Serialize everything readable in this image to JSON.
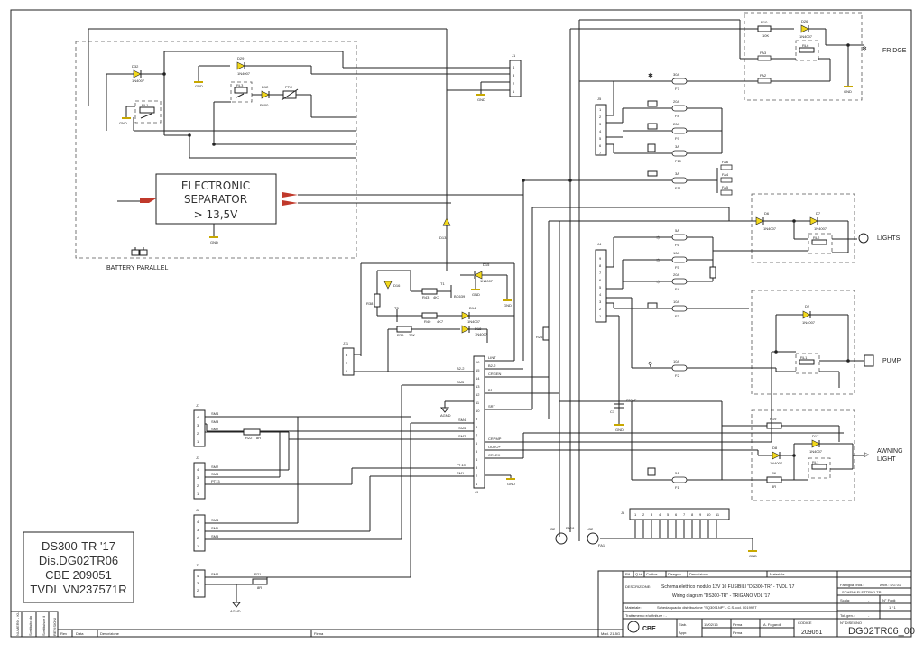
{
  "sections": {
    "fridge": "FRIDGE",
    "lights": "LIGHTS",
    "pump": "PUMP",
    "awning_light": [
      "AWNING",
      "LIGHT"
    ],
    "battery_parallel": "BATTERY PARALLEL"
  },
  "separator": {
    "line1": "ELECTRONIC",
    "line2": "SEPARATOR",
    "line3": "> 13,5V"
  },
  "connectors": {
    "j1": "J1",
    "j5": "J5",
    "j4": "J4",
    "j7": "J7",
    "j3": "J3",
    "j6": "J6",
    "j2": "J2",
    "j8": "J8",
    "j9": "J9",
    "j11": "J11"
  },
  "j9_pins_right": [
    "16",
    "15",
    "14",
    "13",
    "12",
    "11",
    "10",
    "9",
    "8",
    "7",
    "6",
    "5",
    "4",
    "3",
    "2",
    "1"
  ],
  "j9_signals": {
    "lint": "LINT",
    "b22": "B2-2",
    "crgen": "CRGEN",
    "b1": "B1",
    "srt": "SRT",
    "crpmp": "CRPMP",
    "outo": "OUTO+",
    "crlex": "CRLEX",
    "pt13": "PT13",
    "sm1": "SM1"
  },
  "j9_left": {
    "b22": "B2-2",
    "sm5": "SM5",
    "agnd": "AGND"
  },
  "j7_signals": [
    "SM4",
    "SM3",
    "SM2"
  ],
  "j3_signals": [
    "SM2",
    "SM3",
    "PT13"
  ],
  "j6_signals": [
    "SM4",
    "SM1",
    "SM5"
  ],
  "j2_signals": [
    "SM4"
  ],
  "agnd": "AGND",
  "gnd": "GND",
  "fuses": [
    {
      "rating": "30A",
      "name": "F7"
    },
    {
      "rating": "20A",
      "name": "F8"
    },
    {
      "rating": "20A",
      "name": "F9"
    },
    {
      "rating": "3A",
      "name": "F10"
    },
    {
      "rating": "3A",
      "name": "F11"
    },
    {
      "rating": "5A",
      "name": "F6"
    },
    {
      "rating": "10A",
      "name": "F5"
    },
    {
      "rating": "20A",
      "name": "F4"
    },
    {
      "rating": "10A",
      "name": "F3"
    },
    {
      "rating": "10A",
      "name": "F2"
    },
    {
      "rating": "5A",
      "name": "F1"
    }
  ],
  "fa_labels": [
    "FA3",
    "FA2",
    "FA4",
    "FA5",
    "FA6"
  ],
  "fa_bottom": [
    {
      "label": "-B2",
      "name": "FA18"
    },
    {
      "label": "-B2",
      "name": "FA1"
    }
  ],
  "diodes": {
    "d32": "D32",
    "d29": "D29",
    "d12": "D12",
    "d26": "D26",
    "d6": "D6",
    "d7": "D7",
    "d2": "D2",
    "d8": "D8",
    "d17": "D17",
    "d13": "D13",
    "d15": "D15",
    "d14": "D14",
    "d18": "D18",
    "d16": "D16",
    "part": "1N4007",
    "d12part": "P600"
  },
  "relays": {
    "rl1": "RL1",
    "rl2": "RL2",
    "rl3": "RL3",
    "rl6": "RL6"
  },
  "resistors": {
    "r10": "R10",
    "r10v": "10K",
    "r43": "R43",
    "r43v": "4K7",
    "r40": "R40",
    "r40v": "4K7",
    "r39": "R39",
    "r39v": "22K",
    "r38": "R38",
    "r26": "R26",
    "r22": "R22",
    "r22v": "8R",
    "r21": "R21",
    "r21v": "8R",
    "r72": "R72",
    "r19": "R19",
    "r6": "R6",
    "r6v": "8R"
  },
  "transistors": {
    "t1": "T1",
    "t3": "T3",
    "t1p": "BC639",
    "t3p": "BC639"
  },
  "caps": {
    "c1": "C1",
    "c1v": "220uF"
  },
  "ptc": "PTC",
  "j8_pins": [
    "1",
    "2",
    "3",
    "4",
    "5",
    "6",
    "7",
    "8",
    "9",
    "10",
    "11",
    "12"
  ],
  "j1_pins": [
    "4",
    "3",
    "2",
    "1"
  ],
  "j5_pins": [
    "1",
    "2",
    "3",
    "4",
    "5",
    "6",
    "7"
  ],
  "j4_pins": [
    "9",
    "8",
    "7",
    "6",
    "5",
    "4",
    "3",
    "2",
    "1"
  ],
  "j11_pins": [
    "3",
    "2",
    "1"
  ],
  "j4pins4": [
    "4",
    "3",
    "2",
    "1"
  ],
  "j3pins4": [
    "4",
    "3",
    "2",
    "1"
  ],
  "j2pins4": [
    "4",
    "3",
    "2",
    "1"
  ],
  "stamp": [
    "DS300-TR '17",
    "Dis.DG02TR06",
    "CBE 209051",
    "TVDL VN237571R"
  ],
  "title_block": {
    "head": [
      "Rif",
      "Q.tà",
      "Codice",
      "Disegno",
      "Descrizione",
      "Materiale"
    ],
    "descrizione_label": "DESCRIZIONE:",
    "desc1": "Schema elettrico modulo 12V 10 FUSIBILI \"DS300-TR\" - TVDL '17",
    "desc2": "Wiring diagram \"DS300-TR\" - TRIGANO VDL '17",
    "materiale_label": "Materiale:",
    "materiale": "Scheda quadro distribuzione \"SQ3091NP\" - C.S.cod. 001992T",
    "trattamento": "Trattamento e/o finiture : -",
    "famiglia_label": "Famiglia prod.:",
    "arch": "Arch.: DG 01",
    "famiglia": "SCHEMI ELETTRICI TR",
    "scala_label": "Scala:",
    "scala": "-",
    "nfogli_label": "N° Fogli:",
    "nfogli": "1 / 1",
    "toll_label": "Toll.gen.:",
    "toll": "-",
    "elab_label": "Elab.",
    "data": "15/02/16",
    "firma_label": "Firma",
    "firma": "A. Fogarolli",
    "appr_label": "Appr.",
    "codice_label": "CODICE",
    "codice": "209051",
    "ndisegno_label": "N° DISEGNO",
    "ndisegno": "DG02TR06_00",
    "company": "CBE",
    "revisioni": [
      "Rev",
      "Data",
      "Descrizione",
      "Firma"
    ],
    "revisione_label": "REVISIONI",
    "mod": "Mod. 21-5G",
    "side_labels": [
      "NUMERO - KU",
      "Sostituito da",
      "Sostituisce il"
    ]
  }
}
